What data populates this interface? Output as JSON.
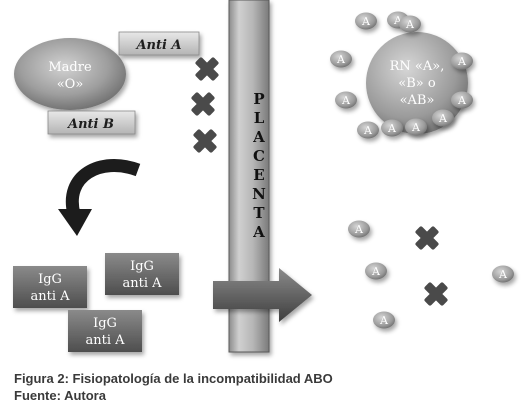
{
  "mother": {
    "line1": "Madre",
    "line2": "«O»"
  },
  "antibody_a": "Anti A",
  "antibody_b": "Anti B",
  "placenta_letters": [
    "P",
    "L",
    "A",
    "C",
    "E",
    "N",
    "T",
    "A"
  ],
  "newborn": {
    "line1": "RN «A»,",
    "line2": "«B» o",
    "line3": "«AB»"
  },
  "antigen_label": "A",
  "igg": [
    {
      "line1": "IgG",
      "line2": "anti A"
    },
    {
      "line1": "IgG",
      "line2": "anti A"
    },
    {
      "line1": "IgG",
      "line2": "anti A"
    }
  ],
  "caption": {
    "title": "Figura 2: Fisiopatología de la incompatibilidad ABO",
    "source": "Fuente: Autora"
  }
}
